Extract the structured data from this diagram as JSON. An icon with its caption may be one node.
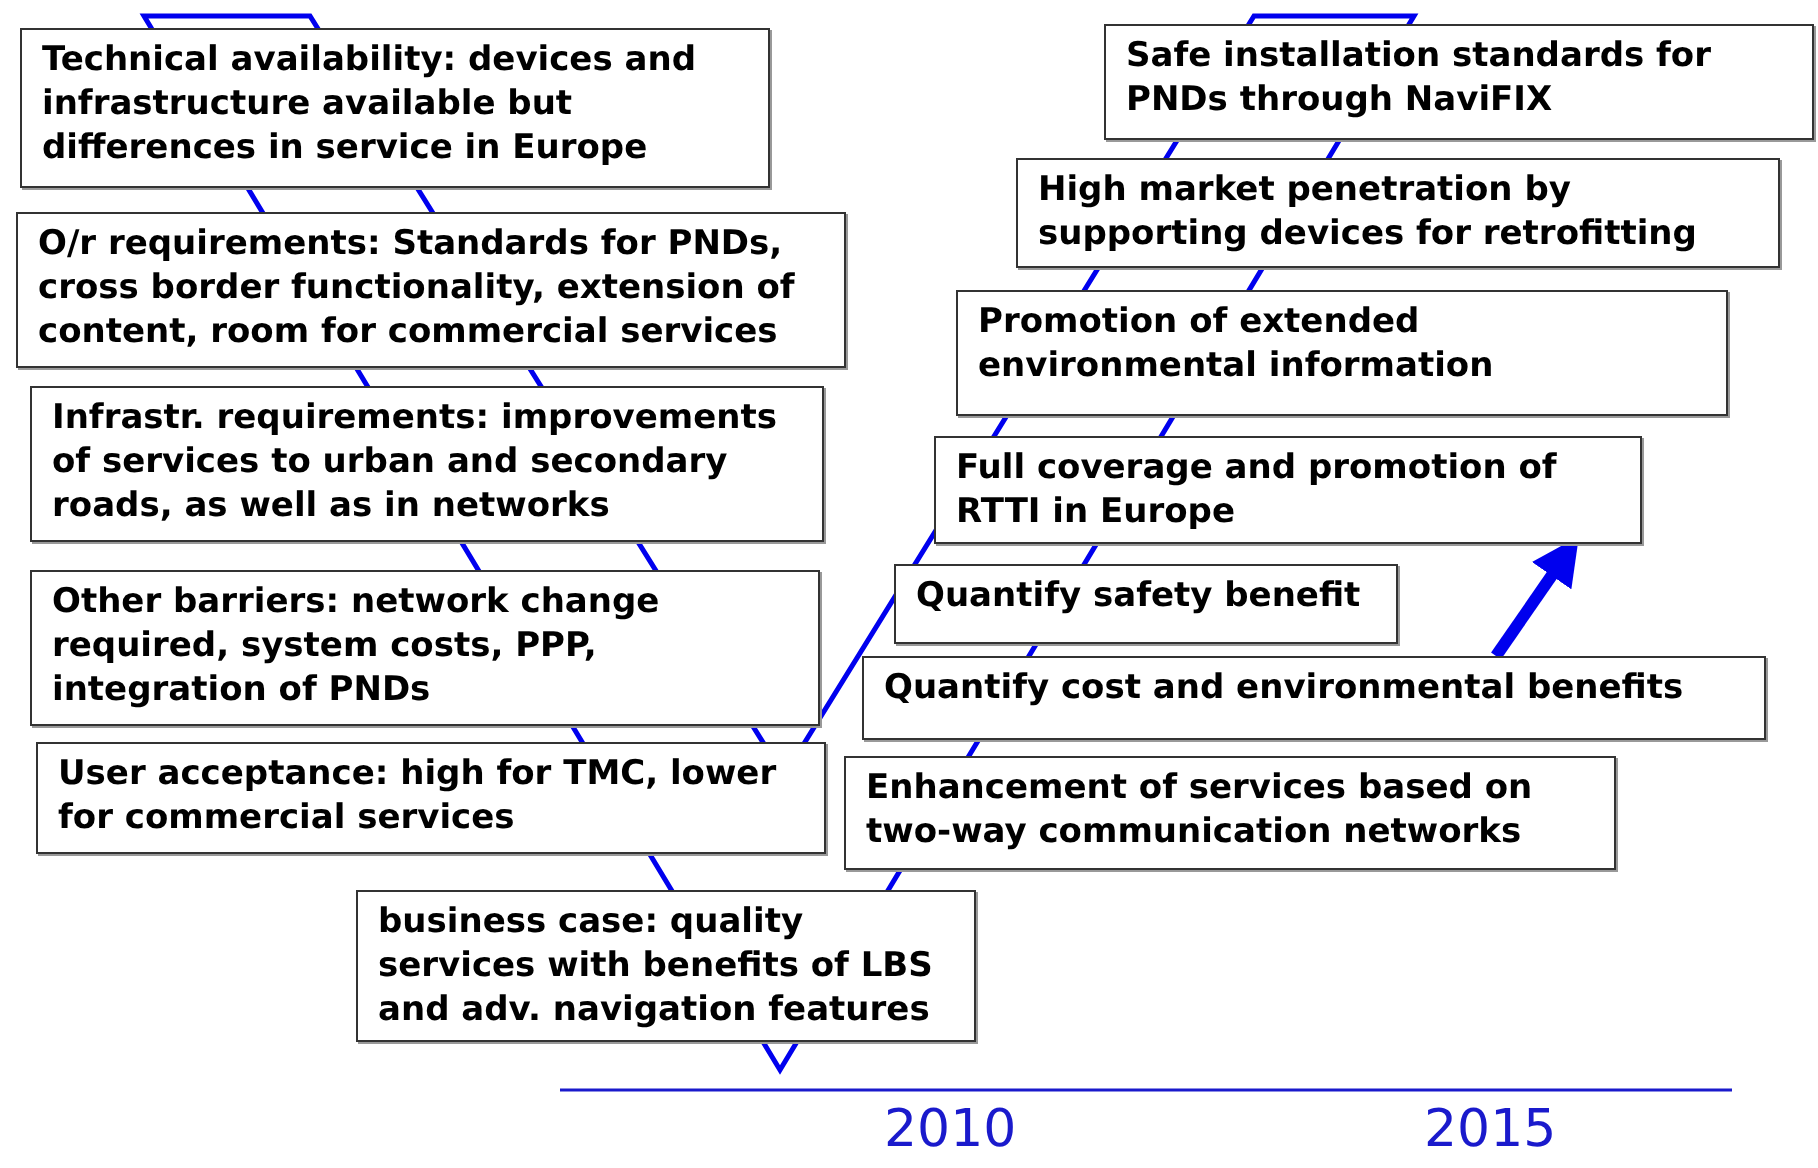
{
  "diagram": {
    "nodes": [
      {
        "text": [
          "Technical availability: devices and infrastructure available but differences in service in Europe"
        ]
      },
      {
        "text": [
          "O/r requirements: Standards for PNDs, cross border functionality, extension of content, room for commercial services"
        ]
      },
      {
        "text": [
          "Infrastr. requirements: improvements of services to urban and secondary roads, as well as in networks"
        ]
      },
      {
        "text": [
          "Other barriers: network change required, system costs, PPP, integration of PNDs"
        ]
      },
      {
        "text": [
          "User acceptance: high for TMC, lower for commercial services"
        ]
      },
      {
        "text": [
          "business case: quality services with benefits of LBS and adv. navigation features"
        ]
      },
      {
        "text": [
          "Safe installation standards for PNDs through NaviFIX"
        ]
      },
      {
        "text": [
          "High market penetration by supporting devices for retrofitting"
        ]
      },
      {
        "text": [
          "Promotion of extended environmental information"
        ]
      },
      {
        "text": [
          "Full coverage and promotion of RTTI in Europe"
        ]
      },
      {
        "text": [
          "Quantify safety benefit"
        ]
      },
      {
        "text": [
          "Quantify cost and environmental benefits"
        ]
      },
      {
        "text": [
          "Enhancement of services based on two-way communication networks"
        ]
      }
    ],
    "edges": [
      {
        "from": 11,
        "to": 9,
        "arrow": "to"
      }
    ],
    "labels": [
      "2010",
      "2015"
    ]
  }
}
